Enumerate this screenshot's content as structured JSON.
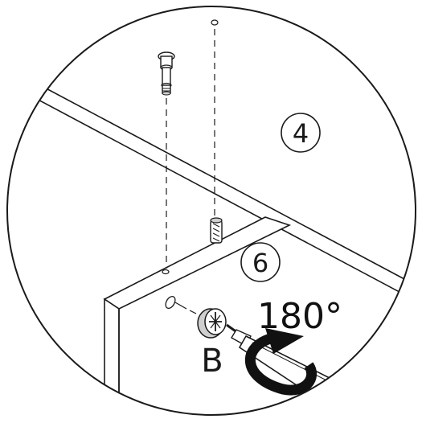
{
  "diagram": {
    "callouts": {
      "panel_top": "4",
      "panel_side": "6"
    },
    "part_label": "B",
    "rotation_label": "180°"
  },
  "colors": {
    "line": "#1a1a1a",
    "fill_light": "#ffffff",
    "fill_grey": "#cfcfcf",
    "fill_dark": "#111111"
  }
}
